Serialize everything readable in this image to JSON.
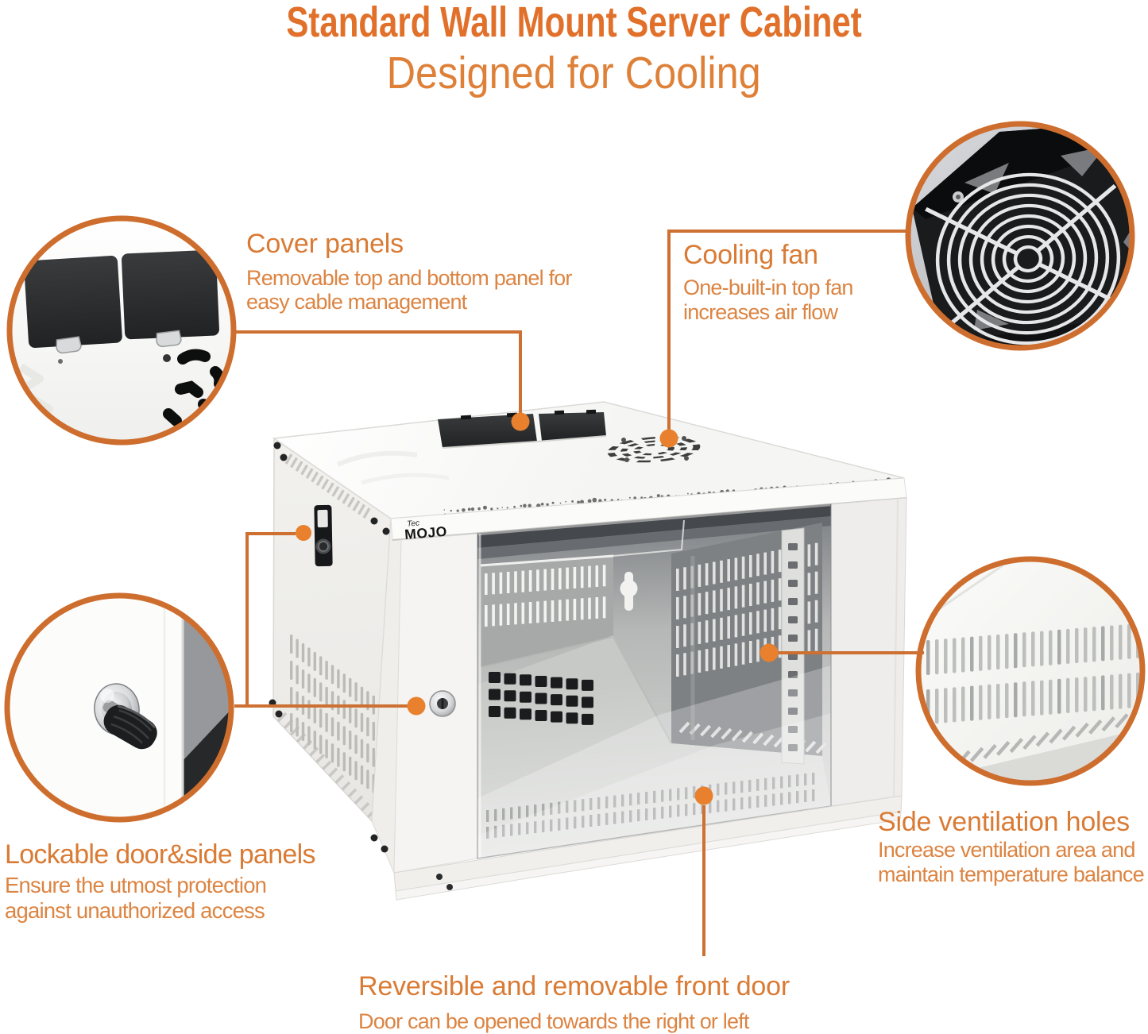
{
  "title": {
    "main": "Standard Wall Mount Server Cabinet",
    "subtitle": "Designed for Cooling"
  },
  "product": {
    "brand_prefix": "Tec",
    "brand": "MOJO"
  },
  "callouts": {
    "cover_panels": {
      "heading": "Cover panels",
      "body": "Removable top and bottom panel for\neasy cable management"
    },
    "cooling_fan": {
      "heading": "Cooling fan",
      "body": "One-built-in top fan\nincreases air flow"
    },
    "lockable": {
      "heading": "Lockable door&side panels",
      "body": "Ensure the utmost protection\nagainst unauthorized access"
    },
    "side_vents": {
      "heading": "Side ventilation holes",
      "body": "Increase ventilation area and\nmaintain temperature balance"
    },
    "front_door": {
      "heading": "Reversible and removable front door",
      "body": "Door can be opened towards the right or left"
    }
  },
  "colors": {
    "accent_orange": "#D97B35",
    "ring_orange": "#CE6E2E",
    "title_orange": "#E1702A",
    "cabinet_white": "#F4F3F1"
  }
}
